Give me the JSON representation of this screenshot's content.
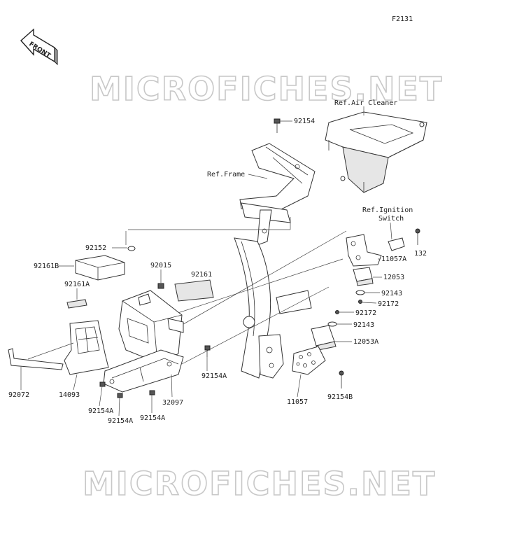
{
  "diagram": {
    "code": "F2131",
    "front_arrow": "FRONT",
    "watermark": "MICROFICHES.NET",
    "references": {
      "air_cleaner": "Ref.Air Cleaner",
      "frame": "Ref.Frame",
      "ignition_line1": "Ref.Ignition",
      "ignition_line2": "Switch"
    },
    "parts": {
      "p92154_top": "92154",
      "p92152": "92152",
      "p92161B": "92161B",
      "p92015": "92015",
      "p92161": "92161",
      "p92161A": "92161A",
      "p132": "132",
      "p11057A": "11057A",
      "p12053": "12053",
      "p92143_a": "92143",
      "p92172_a": "92172",
      "p92172_b": "92172",
      "p92143_b": "92143",
      "p12053A": "12053A",
      "p92072": "92072",
      "p14093": "14093",
      "p92154A_mid": "92154A",
      "p32097": "32097",
      "p92154A_l1": "92154A",
      "p92154A_l2": "92154A",
      "p92154A_l3": "92154A",
      "p11057": "11057",
      "p92154B": "92154B"
    }
  }
}
